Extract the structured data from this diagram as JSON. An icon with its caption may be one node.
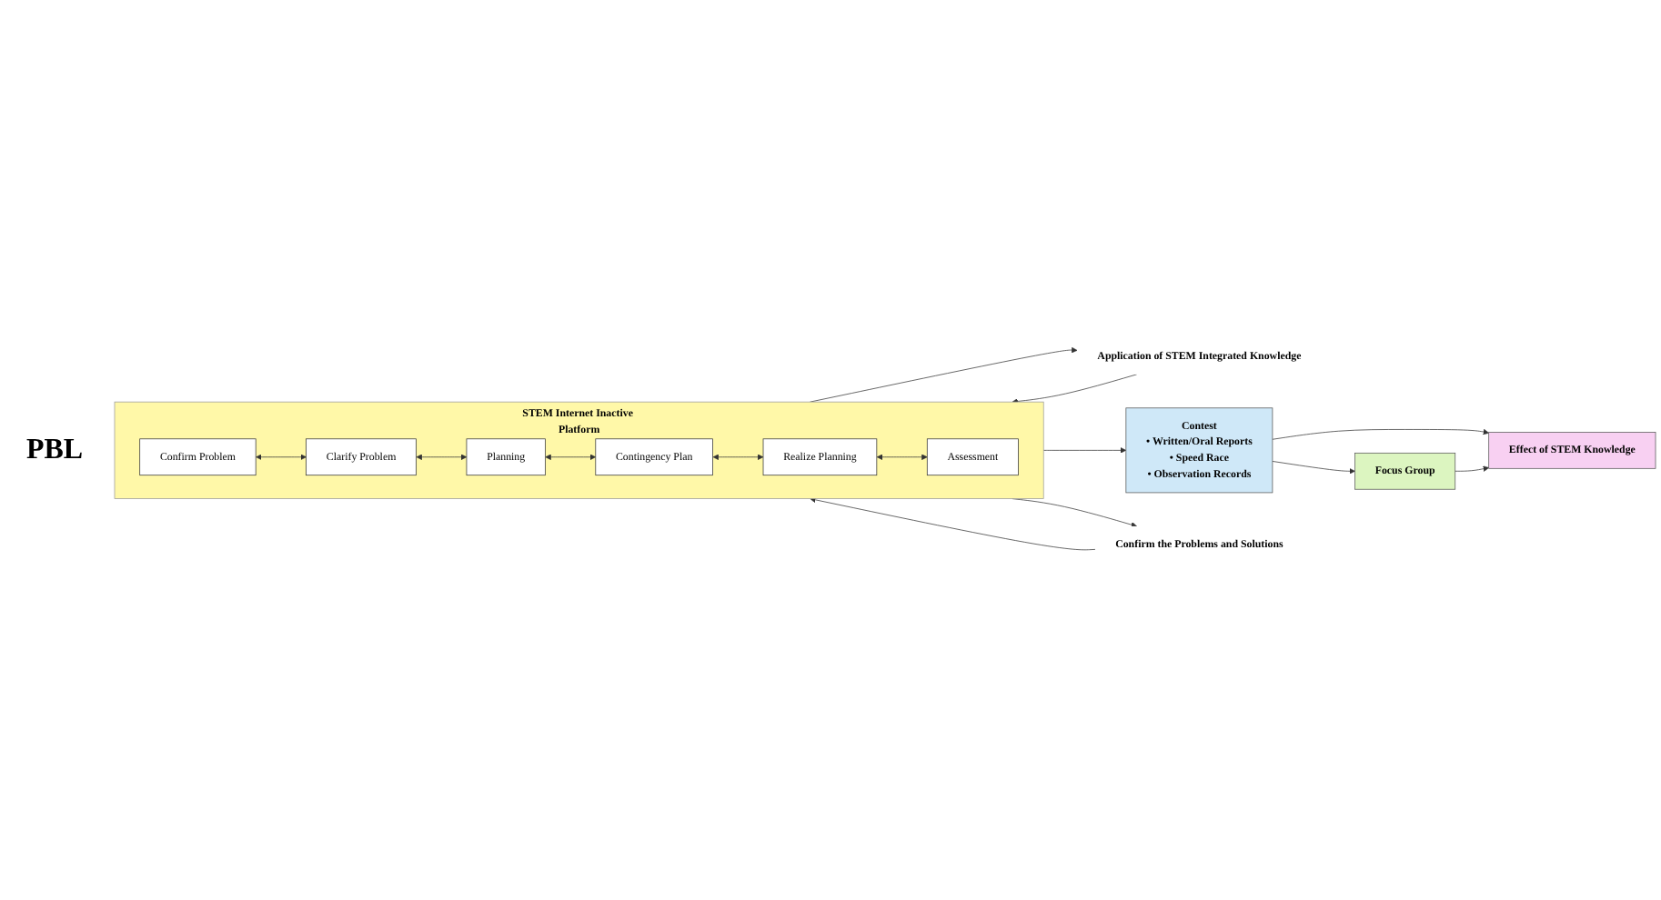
{
  "diagram": {
    "nodes": [
      {
        "text": [
          "Application of STEM Integrated Knowledge"
        ]
      },
      {
        "text": [
          "STEM Internet Inactive Platform"
        ]
      },
      {
        "text": [
          "Confirm Problem"
        ],
        "in": 1
      },
      {
        "text": [
          "Clarify Problem"
        ],
        "in": 1
      },
      {
        "text": [
          "Planning"
        ],
        "in": 1
      },
      {
        "text": [
          "Contingency Plan"
        ],
        "in": 1
      },
      {
        "text": [
          "Realize Planning"
        ],
        "in": 1
      },
      {
        "text": [
          "Assessment"
        ],
        "in": 1
      },
      {
        "text": [
          "Contest",
          "• Written/Oral Reports",
          "• Speed Race",
          "• Observation Records"
        ]
      },
      {
        "text": [
          "Focus Group"
        ]
      },
      {
        "text": [
          "Effect of STEM Knowledge"
        ]
      },
      {
        "text": [
          "Confirm the Problems and Solutions"
        ]
      }
    ],
    "edges": [
      {
        "from": 1,
        "to": 0,
        "arrow": "to"
      },
      {
        "from": 0,
        "to": 1,
        "arrow": "to"
      },
      {
        "from": 2,
        "to": 3,
        "arrow": "both"
      },
      {
        "from": 3,
        "to": 4,
        "arrow": "both"
      },
      {
        "from": 4,
        "to": 5,
        "arrow": "both"
      },
      {
        "from": 5,
        "to": 6,
        "arrow": "both"
      },
      {
        "from": 6,
        "to": 7,
        "arrow": "both"
      },
      {
        "from": 1,
        "to": 8,
        "arrow": "to"
      },
      {
        "from": 8,
        "to": 9,
        "arrow": "to"
      },
      {
        "from": 8,
        "to": 10,
        "arrow": "to"
      },
      {
        "from": 9,
        "to": 10,
        "arrow": "to"
      },
      {
        "from": 1,
        "to": 11,
        "arrow": "to"
      },
      {
        "from": 11,
        "to": 1,
        "arrow": "to"
      }
    ],
    "labels": [
      "PBL"
    ]
  }
}
